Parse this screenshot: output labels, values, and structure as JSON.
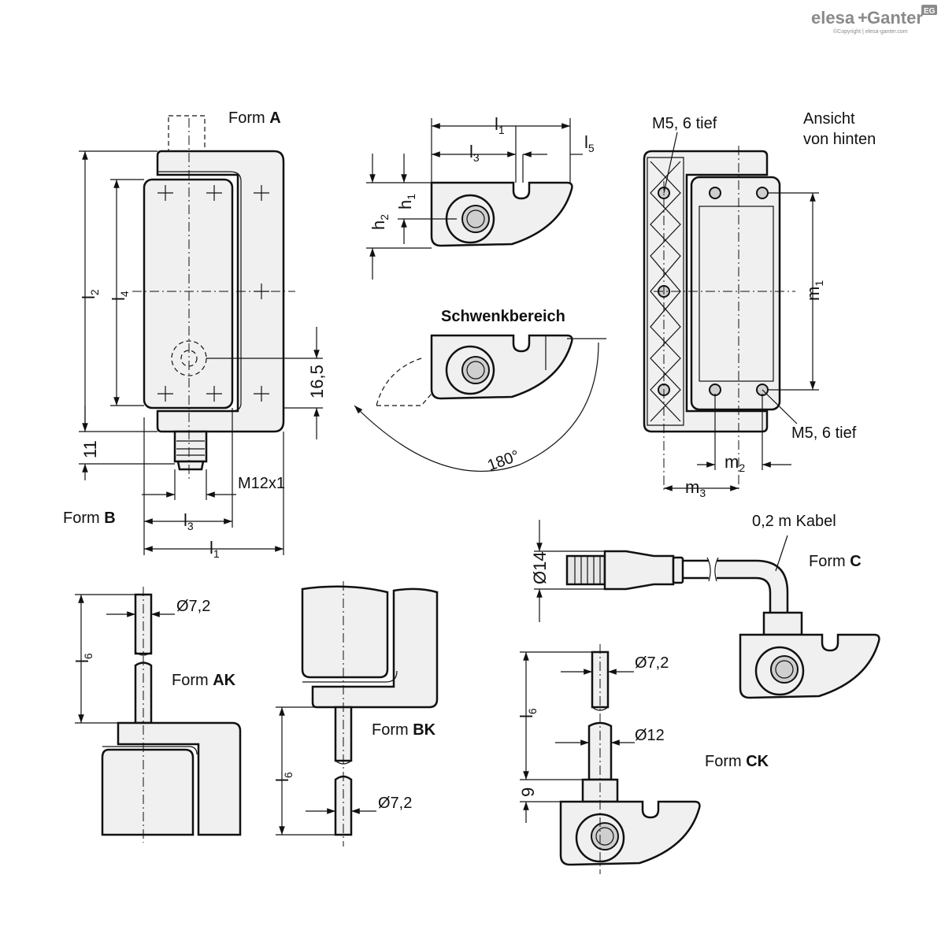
{
  "brand": {
    "logo_left": "elesa",
    "logo_plus": "+",
    "logo_right": "Ganter",
    "logo_badge": "EG",
    "copyright": "©Copyright | elesa-ganter.com"
  },
  "labels": {
    "form_a_prefix": "Form ",
    "form_a_letter": "A",
    "form_b_prefix": "Form ",
    "form_b_letter": "B",
    "form_c_prefix": "Form ",
    "form_c_letter": "C",
    "form_ak_prefix": "Form ",
    "form_ak_letter": "AK",
    "form_bk_prefix": "Form ",
    "form_bk_letter": "BK",
    "form_ck_prefix": "Form ",
    "form_ck_letter": "CK",
    "schwenkbereich": "Schwenkbereich",
    "ansicht_line1": "Ansicht",
    "ansicht_line2": "von hinten",
    "m5_top": "M5, 6 tief",
    "m5_bottom": "M5, 6 tief",
    "kabel": "0,2 m Kabel",
    "angle": "180°",
    "thread": "M12x1"
  },
  "dimensions": {
    "l": "l",
    "h": "h",
    "m": "m",
    "sub1": "1",
    "sub2": "2",
    "sub3": "3",
    "sub4": "4",
    "sub5": "5",
    "sub6": "6",
    "d16_5": "16,5",
    "d11": "11",
    "d9": "9",
    "dia7_2": "Ø7,2",
    "dia12": "Ø12",
    "dia14": "Ø14"
  }
}
